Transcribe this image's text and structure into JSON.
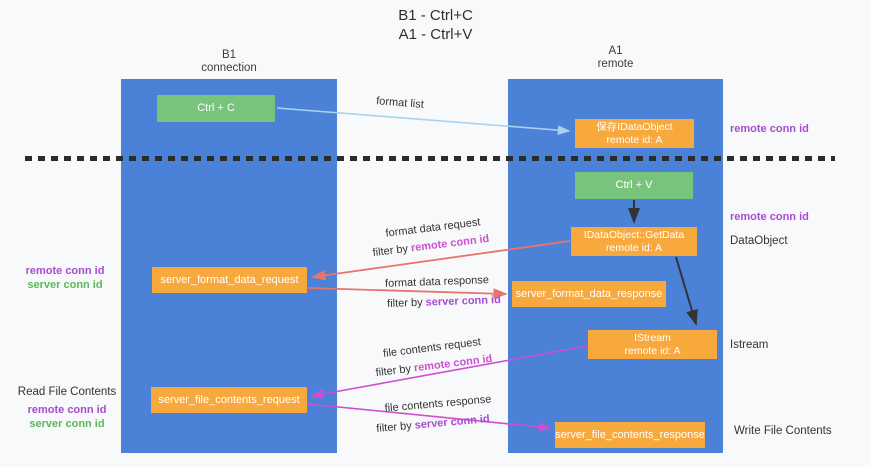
{
  "title": {
    "line1": "B1 - Ctrl+C",
    "line2": "A1 - Ctrl+V"
  },
  "columns": {
    "left": {
      "name": "B1",
      "subtitle": "connection"
    },
    "right": {
      "name": "A1",
      "subtitle": "remote"
    }
  },
  "nodes": {
    "ctrl_c": "Ctrl + C",
    "ctrl_v": "Ctrl + V",
    "save_dataobject": {
      "line1": "保存IDataObject",
      "line2": "remote id: A"
    },
    "getdata": {
      "line1": "IDataObject::GetData",
      "line2": "remote id: A"
    },
    "istream": {
      "line1": "IStream",
      "line2": "remote id: A"
    },
    "format_request": "server_format_data_request",
    "format_response": "server_format_data_response",
    "file_request": "server_file_contents_request",
    "file_response": "server_file_contents_response"
  },
  "side_labels": {
    "remote_conn_top": "remote conn id",
    "remote_conn_mid": "remote conn id",
    "dataobject": "DataObject",
    "istream": "Istream",
    "write_file": "Write File Contents",
    "read_file": "Read File Contents",
    "left1_remote": "remote conn id",
    "left1_server": "server conn id",
    "left2_remote": "remote conn id",
    "left2_server": "server conn id"
  },
  "flows": {
    "format_list": {
      "label": "format list"
    },
    "format_data_request": {
      "label": "format data request",
      "filter_prefix": "filter by ",
      "filter_key": "remote conn id"
    },
    "format_data_response": {
      "label": "format data response",
      "filter_prefix": "filter by ",
      "filter_key": "server conn id"
    },
    "file_contents_request": {
      "label": "file contents request",
      "filter_prefix": "filter by ",
      "filter_key": "remote conn id"
    },
    "file_contents_response": {
      "label": "file contents response",
      "filter_prefix": "filter by ",
      "filter_key": "server conn id"
    }
  },
  "colors": {
    "bg": "#f8f9fa",
    "blue": "#4b82d8",
    "green": "#79c47d",
    "orange": "#f8a93d",
    "red": "#e87470",
    "magenta": "#cf4fd3",
    "lightblue": "#a8d2f0",
    "purple": "#a84bd0",
    "greenlabel": "#5cb85c"
  }
}
